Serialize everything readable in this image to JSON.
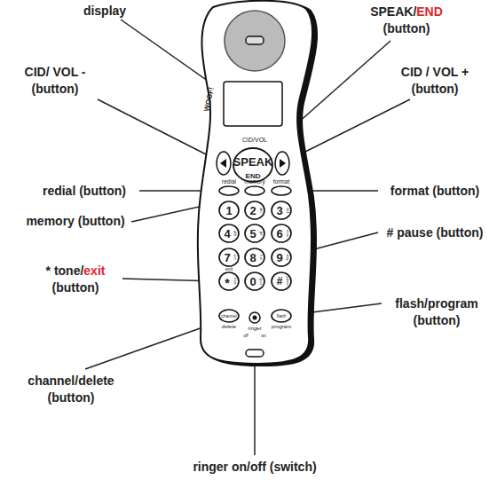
{
  "diagram": {
    "labels": [
      "display",
      "SPEAK/",
      "END",
      "(button)",
      "CID/ VOL -",
      "(button)",
      "CID / VOL +",
      "(button)",
      "redial (button)",
      "format (button)",
      "memory (button)",
      "# pause (button)",
      "* tone/",
      "exit",
      "(button)",
      "flash/program (button)",
      "channel/delete (button)",
      "ringer on/off (switch)",
      "WOOF!",
      "CID/VOL",
      "SPEAK",
      "END",
      "redial",
      "memory",
      "format",
      "1",
      "2",
      "abc",
      "3",
      "def",
      "4",
      "ghi",
      "5",
      "jkl",
      "6",
      "mno",
      "7",
      "prs",
      "8",
      "tuv",
      "9",
      "wxy",
      "exit",
      "*",
      "tone",
      "0",
      "oper",
      "#",
      "pause",
      "channel",
      "delete",
      "ringer",
      "off",
      "on",
      "flash",
      "program"
    ]
  }
}
